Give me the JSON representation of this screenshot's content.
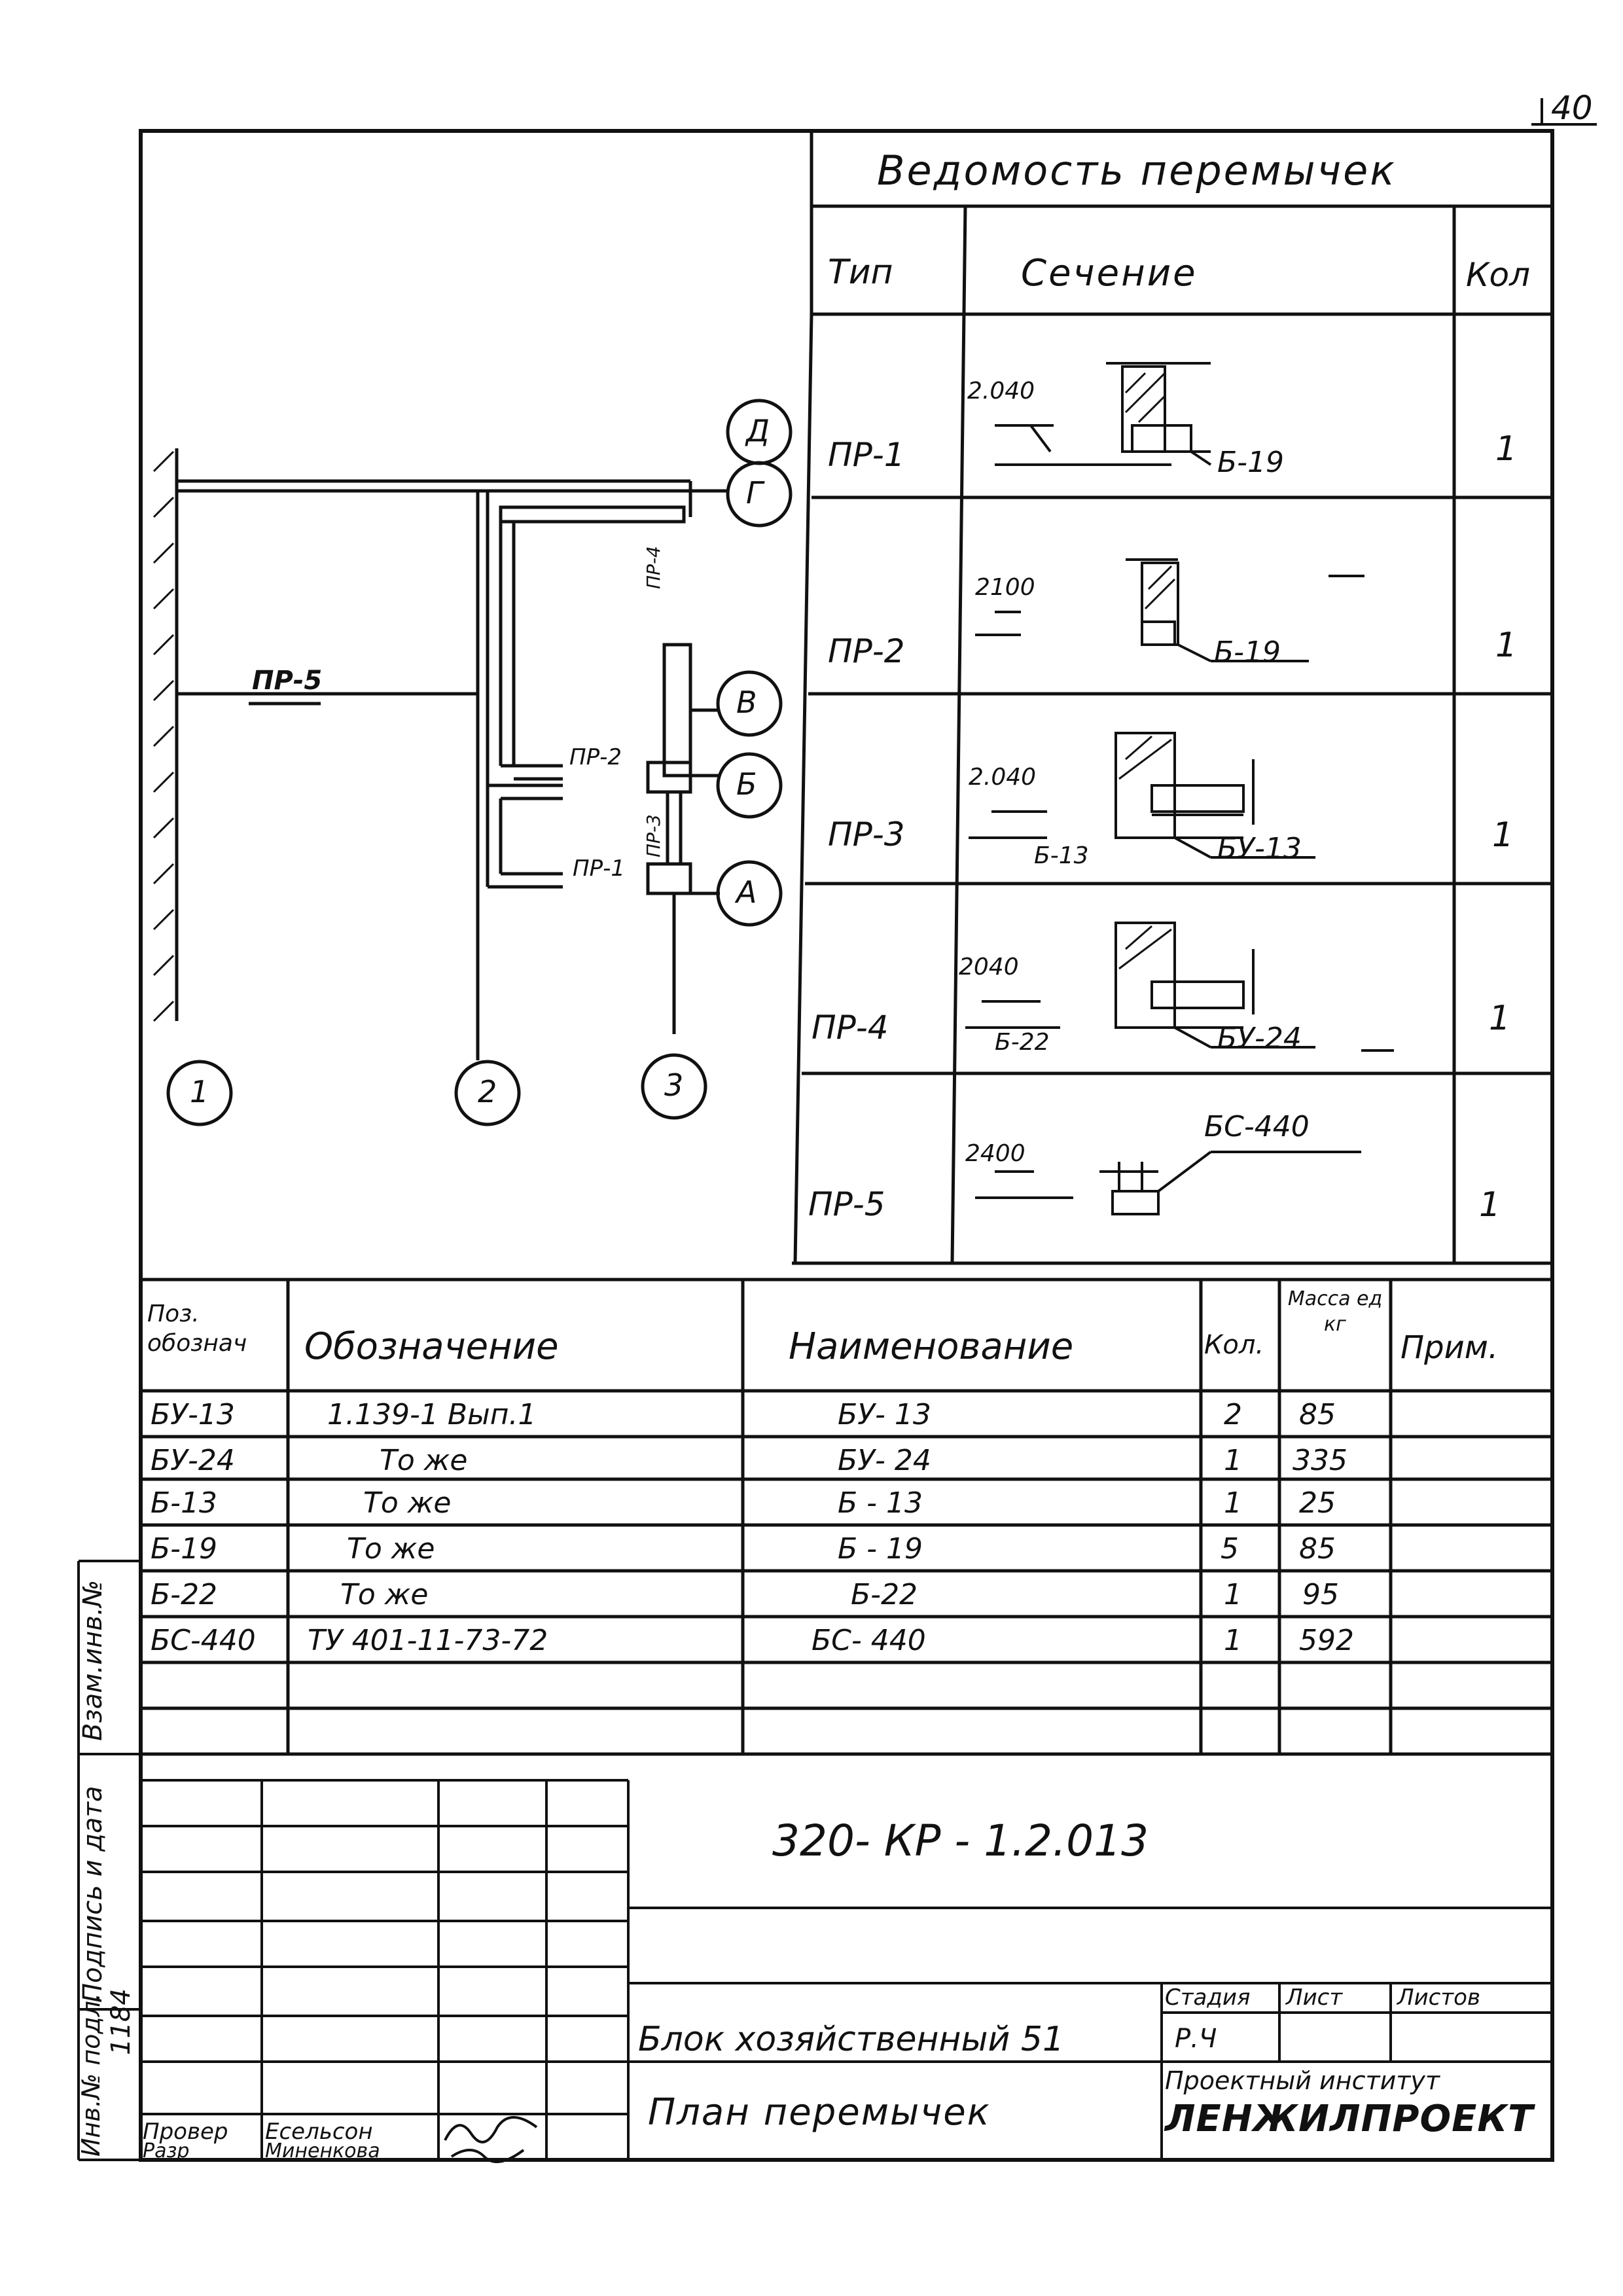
{
  "page_number": "40",
  "schedule": {
    "title": "Ведомость перемычек",
    "headers": {
      "type": "Тип",
      "section": "Сечение",
      "qty": "Кол"
    },
    "rows": [
      {
        "type": "ПР-1",
        "level": "2.040",
        "blocks": [
          "Б-19"
        ],
        "qty": "1"
      },
      {
        "type": "ПР-2",
        "level": "2100",
        "blocks": [
          "Б-19"
        ],
        "qty": "1"
      },
      {
        "type": "ПР-3",
        "level": "2.040",
        "blocks": [
          "Б-13",
          "БУ-13"
        ],
        "qty": "1"
      },
      {
        "type": "ПР-4",
        "level": "2040",
        "blocks": [
          "Б-22",
          "БУ-24"
        ],
        "qty": "1"
      },
      {
        "type": "ПР-5",
        "level": "2400",
        "blocks": [
          "БС-440"
        ],
        "qty": "1"
      }
    ]
  },
  "plan": {
    "axes_letters": [
      "Д",
      "Г",
      "В",
      "Б",
      "А"
    ],
    "axes_numbers": [
      "1",
      "2",
      "3"
    ],
    "lintel_labels": {
      "pr5": "ПР-5",
      "pr4": "ПР-4",
      "pr2": "ПР-2",
      "pr3": "ПР-3",
      "pr1": "ПР-1"
    }
  },
  "spec": {
    "headers": {
      "pos": "Поз. обознач",
      "designation": "Обозначение",
      "name": "Наименование",
      "qty": "Кол.",
      "mass": "Масса ед кг",
      "note": "Прим."
    },
    "rows": [
      {
        "pos": "БУ-13",
        "designation": "1.139-1 Вып.1",
        "name": "БУ- 13",
        "qty": "2",
        "mass": "85"
      },
      {
        "pos": "БУ-24",
        "designation": "То же",
        "name": "БУ- 24",
        "qty": "1",
        "mass": "335"
      },
      {
        "pos": "Б-13",
        "designation": "То же",
        "name": "Б - 13",
        "qty": "1",
        "mass": "25"
      },
      {
        "pos": "Б-19",
        "designation": "То же",
        "name": "Б - 19",
        "qty": "5",
        "mass": "85"
      },
      {
        "pos": "Б-22",
        "designation": "То же",
        "name": "Б-22",
        "qty": "1",
        "mass": "95"
      },
      {
        "pos": "БС-440",
        "designation": "ТУ 401-11-73-72",
        "name": "БС- 440",
        "qty": "1",
        "mass": "592"
      }
    ]
  },
  "title_block": {
    "doc_code": "320- КР - 1.2.013",
    "building": "Блок хозяйственный 51",
    "sheet_title": "План перемычек",
    "stage_label": "Стадия",
    "sheet_label": "Лист",
    "sheets_label": "Листов",
    "stage_value": "Р.Ч",
    "institute_line1": "Проектный институт",
    "institute_line2": "ЛЕНЖИЛПРОЕКТ",
    "checked_label": "Провер",
    "checked_name": "Есельсон",
    "drawn_label": "Разр",
    "drawn_name": "Миненкова"
  },
  "margin_stamp": {
    "inv_original": "Инв.№ подл.",
    "signature_date": "Подпись и дата",
    "replaces_inv": "Взам.инв.№",
    "inv_number": "1184"
  }
}
